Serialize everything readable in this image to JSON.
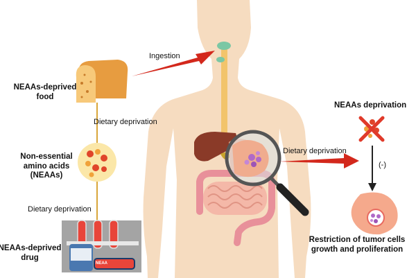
{
  "labels": {
    "ingestion": "Ingestion",
    "neaas_food": [
      "NEAAs-deprived",
      "food"
    ],
    "dietary_deprivation_top": "Dietary deprivation",
    "neaas_block": [
      "Non-essential",
      "amino acids",
      "(NEAAs)"
    ],
    "dietary_deprivation_bottom": "Dietary deprivation",
    "neaas_drug": [
      "NEAAs-deprived",
      "drug"
    ],
    "dietary_deprivation_right": "Dietary deprivation",
    "neaas_deprivation": "NEAAs deprivation",
    "inhibition_sign": "(-)",
    "restriction": [
      "Restriction of tumor cells",
      "growth and proliferation"
    ],
    "drug_box_label": "NEAA"
  },
  "colors": {
    "arrow_red": "#d3281c",
    "skin": "#f6dcc0",
    "esophagus": "#f2c46b",
    "liver": "#8a3a28",
    "intestine": "#f4b8a8",
    "colon": "#e8909a",
    "food": "#f3b864",
    "amino_red": "#e0452a",
    "amino_orange": "#f0a23a",
    "tumor_purple": "#b06ac8",
    "stomach": "#f5a98c"
  },
  "icons": {
    "magnifier": "magnifier-icon",
    "cross": "deprivation-cross-icon",
    "stomach": "stomach-tumor-icon"
  }
}
